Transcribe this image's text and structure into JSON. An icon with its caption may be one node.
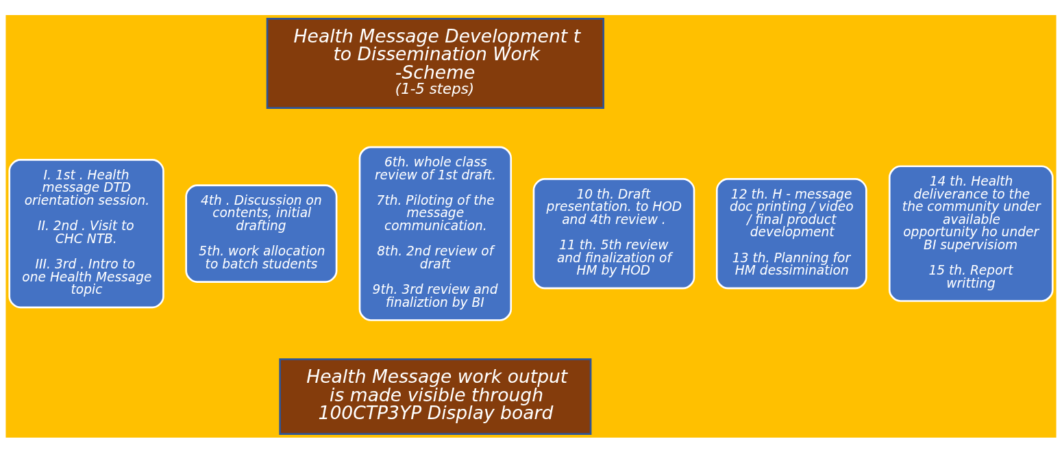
{
  "diagram": {
    "nodes": [
      {
        "text": [
          "Health Message Development t to Dissemination Work -Scheme",
          "(1-5 steps)"
        ]
      },
      {
        "text": [
          "I. 1st . Health message DTD orientation session.",
          "II. 2nd . Visit to CHC NTB.",
          "III. 3rd . Intro to one Health Message topic"
        ]
      },
      {
        "text": [
          "4th . Discussion on contents, initial drafting",
          "5th. work allocation to batch students"
        ]
      },
      {
        "text": [
          "6th. whole class review of 1st draft.",
          "7th. Piloting of the message communication.",
          "8th. 2nd review of draft",
          "9th. 3rd review and finaliztion by BI"
        ]
      },
      {
        "text": [
          "10 th. Draft presentation. to HOD and 4th review .",
          "11 th. 5th review and finalization of HM by HOD"
        ]
      },
      {
        "text": [
          "12 th. H - message doc printing / video / final product development",
          "13 th. Planning for HM dessimination"
        ]
      },
      {
        "text": [
          "14 th. Health deliverance to the the community under available opportunity ho under BI supervisiom",
          "15 th. Report writting"
        ]
      },
      {
        "text": [
          "Health Message work output is made visible through 100CTP3YP Display board"
        ]
      }
    ]
  }
}
